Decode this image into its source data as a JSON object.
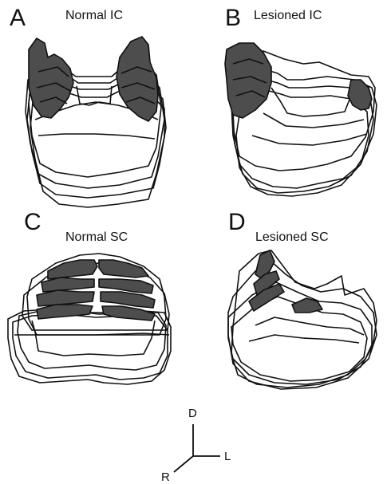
{
  "panels": [
    {
      "letter": "A",
      "title": "Normal IC"
    },
    {
      "letter": "B",
      "title": "Lesioned IC"
    },
    {
      "letter": "C",
      "title": "Normal SC"
    },
    {
      "letter": "D",
      "title": "Lesioned SC"
    }
  ],
  "orientation": {
    "dorsal": "D",
    "lateral": "L",
    "rostral": "R"
  },
  "colors": {
    "outline": "#111111",
    "lesion_fill": "#4d4d4d"
  }
}
